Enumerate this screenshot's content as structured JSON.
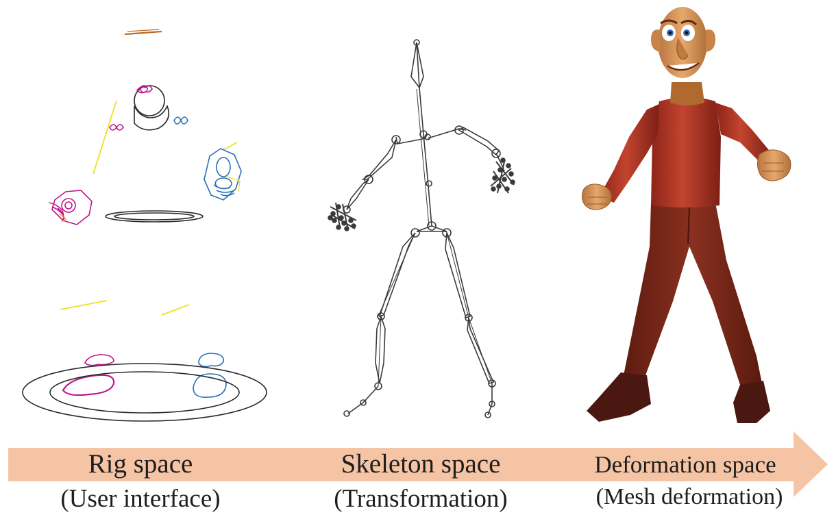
{
  "panels": [
    {
      "id": "rig",
      "title": "Rig space",
      "subtitle": "(User interface)"
    },
    {
      "id": "skeleton",
      "title": "Skeleton space",
      "subtitle": "(Transformation)"
    },
    {
      "id": "deformation",
      "title": "Deformation space",
      "subtitle": "(Mesh deformation)"
    }
  ],
  "colors": {
    "arrow": "#f5c4a4",
    "text": "#1e1e1e",
    "control_gray": "#2a2a2a",
    "control_magenta": "#c0148c",
    "control_blue": "#2870b8",
    "control_yellow": "#f0e020",
    "control_orange": "#c06820",
    "skin": "#d9975c",
    "shirt": "#b3392a",
    "pants": "#7a2818",
    "shoes": "#4a1810"
  },
  "icons": [
    "rig-controls-illustration",
    "skeleton-joints-illustration",
    "character-mesh-illustration",
    "right-arrow-icon"
  ]
}
